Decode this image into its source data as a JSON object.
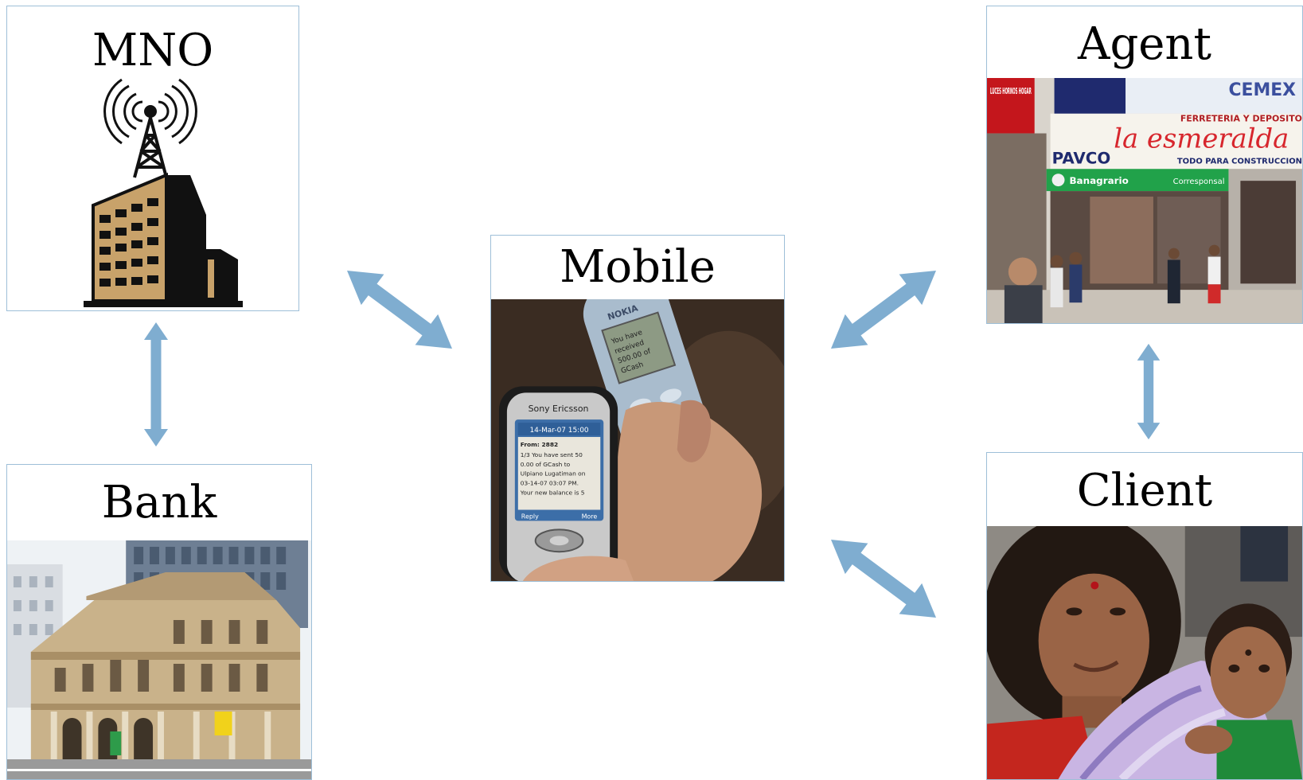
{
  "nodes": {
    "mno": {
      "label": "MNO"
    },
    "bank": {
      "label": "Bank"
    },
    "mobile": {
      "label": "Mobile",
      "phone_brand": "Sony Ericsson",
      "phone_brand_2": "NOKIA",
      "sms_date": "14-Mar-07 15:00",
      "sms_from": "From: 2882",
      "sms_line1": "1/3 You have sent 50",
      "sms_line2": "0.00 of GCash to",
      "sms_line3": "Ulpiano Lugatiman on",
      "sms_line4": "03-14-07 03:07 PM.",
      "sms_line5": "Your new balance is 5",
      "soft_left": "Reply",
      "soft_right": "More",
      "nokia_line1": "You have",
      "nokia_line2": "received",
      "nokia_line3": "500.00 of",
      "nokia_line4": "GCash"
    },
    "agent": {
      "label": "Agent",
      "sign_main": "la esmeralda",
      "sign_sub": "FERRETERIA Y DEPOSITO",
      "sign_sub2": "TODO PARA CONSTRUCCION",
      "brand_pavco": "PAVCO",
      "brand_cemex": "CEMEX",
      "brand_banagrario": "Banagrario",
      "brand_corresponsal": "Corresponsal",
      "side_sign": "LUCES HORNOS HOGAR"
    },
    "client": {
      "label": "Client"
    }
  },
  "colors": {
    "arrow": "#7fadd0",
    "border": "#9ebfd8",
    "building_tan": "#c8a26a",
    "building_dark": "#111111"
  },
  "icons": {
    "mno": "cell-tower-building-icon",
    "arrow": "double-headed-arrow-icon"
  }
}
